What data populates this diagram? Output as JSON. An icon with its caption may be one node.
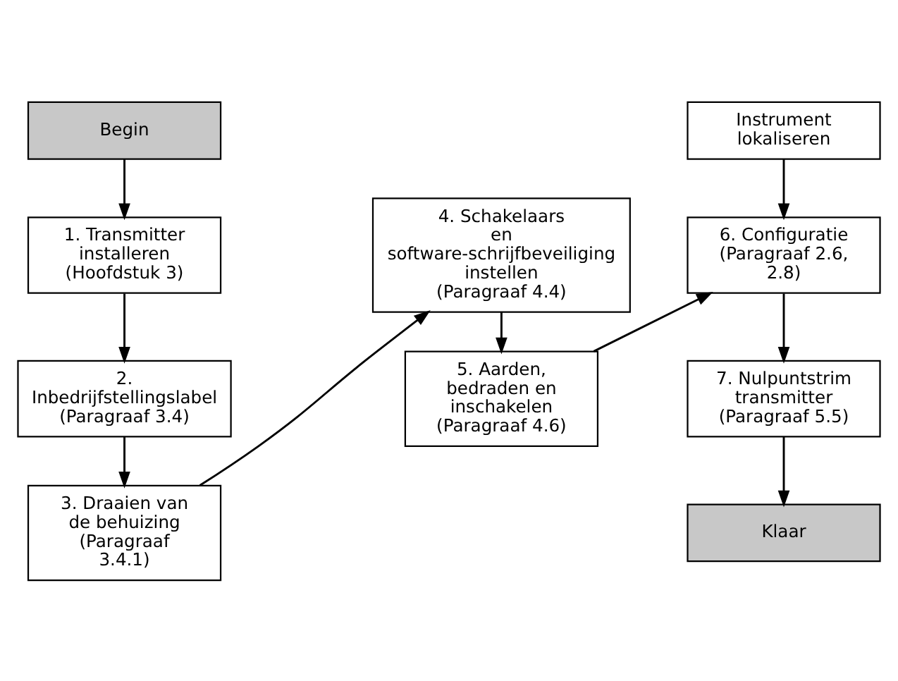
{
  "diagram": {
    "nodes": [
      {
        "text": [
          "Begin"
        ]
      },
      {
        "text": [
          "1. Transmitter installeren",
          "(Hoofdstuk 3)"
        ]
      },
      {
        "text": [
          "2. Inbedrijfstellingslabel",
          "(Paragraaf 3.4)"
        ]
      },
      {
        "text": [
          "3. Draaien van de behuizing",
          "(Paragraaf 3.4.1)"
        ]
      },
      {
        "text": [
          "4. Schakelaars en software-schrijfbeveiliging instellen",
          "(Paragraaf 4.4)"
        ]
      },
      {
        "text": [
          "5. Aarden, bedraden en inschakelen",
          "(Paragraaf 4.6)"
        ]
      },
      {
        "text": [
          "Instrument lokaliseren"
        ]
      },
      {
        "text": [
          "6. Configuratie",
          "(Paragraaf 2.6, 2.8)"
        ]
      },
      {
        "text": [
          "7. Nulpuntstrim transmitter",
          "(Paragraaf 5.5)"
        ]
      },
      {
        "text": [
          "Klaar"
        ]
      }
    ],
    "edges": [
      {
        "from": 0,
        "to": 1,
        "arrow": "to"
      },
      {
        "from": 1,
        "to": 2,
        "arrow": "to"
      },
      {
        "from": 2,
        "to": 3,
        "arrow": "to"
      },
      {
        "from": 3,
        "to": 4,
        "arrow": "to"
      },
      {
        "from": 4,
        "to": 5,
        "arrow": "to"
      },
      {
        "from": 5,
        "to": 7,
        "arrow": "to"
      },
      {
        "from": 6,
        "to": 7,
        "arrow": "to"
      },
      {
        "from": 7,
        "to": 8,
        "arrow": "to"
      },
      {
        "from": 8,
        "to": 9,
        "arrow": "to"
      }
    ]
  }
}
